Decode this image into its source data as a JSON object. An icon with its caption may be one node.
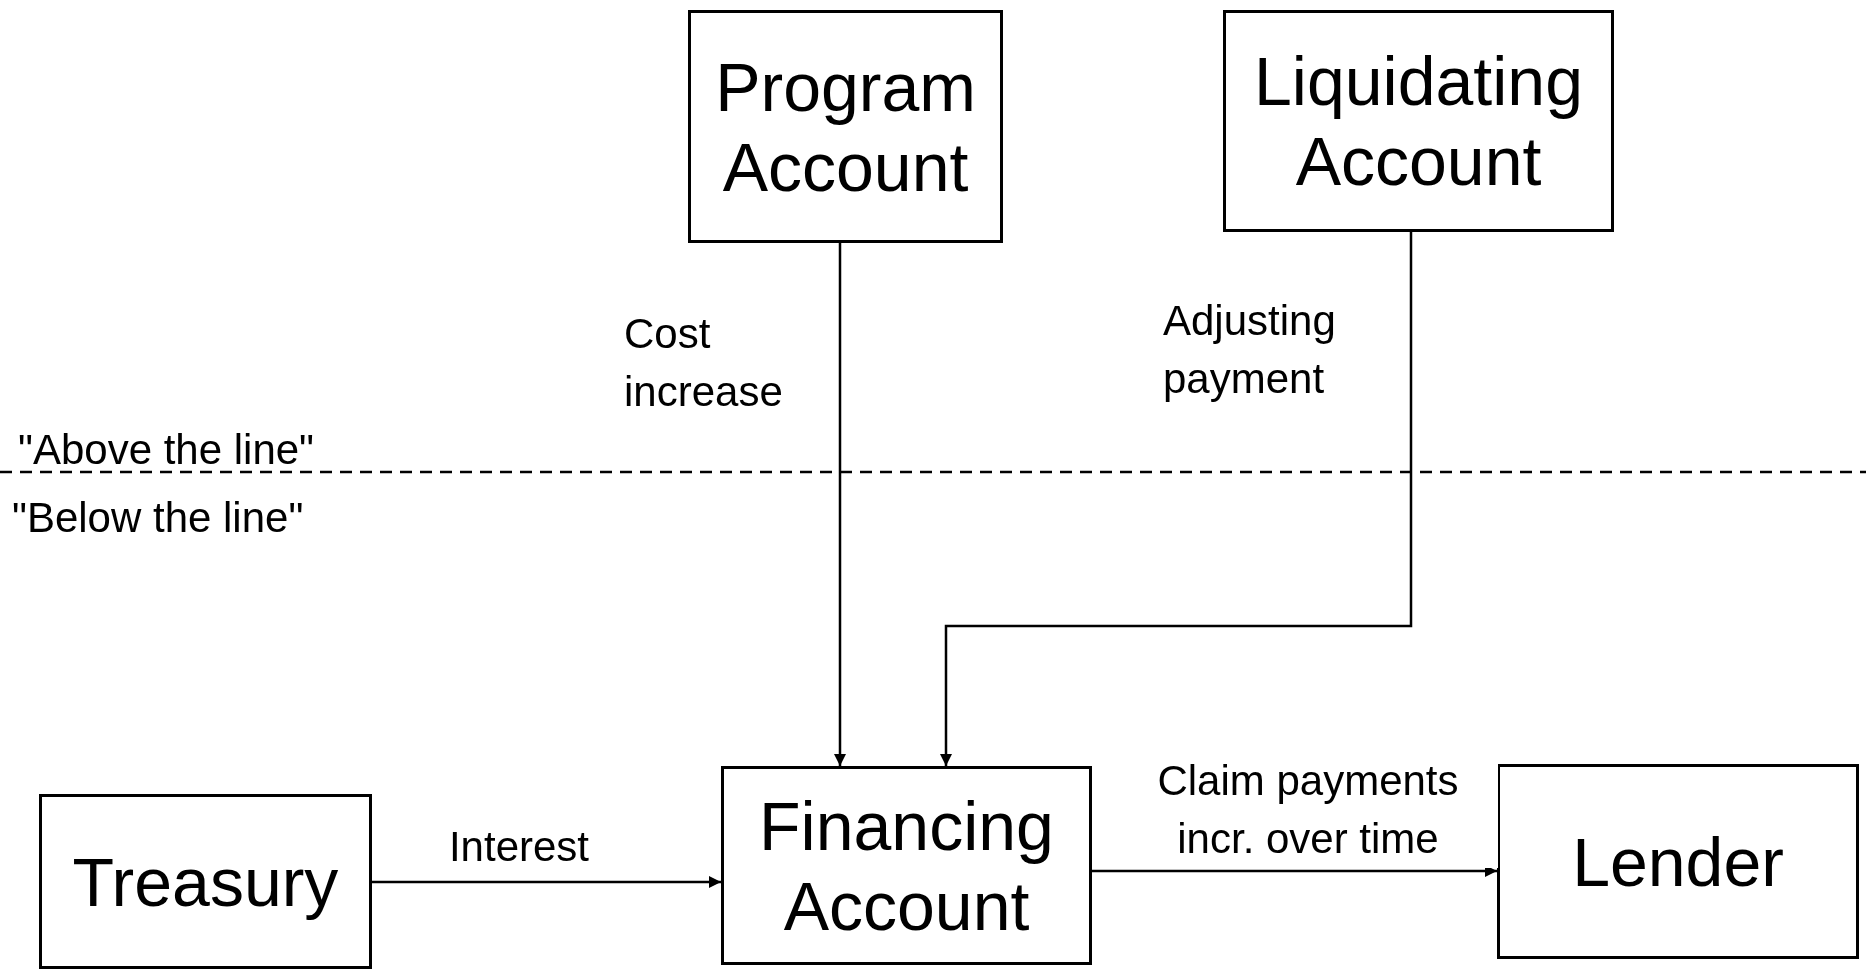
{
  "diagram": {
    "nodes": [
      {
        "text": [
          "Program Account"
        ]
      },
      {
        "text": [
          "Liquidating Account"
        ]
      },
      {
        "text": [
          "Treasury"
        ]
      },
      {
        "text": [
          "Financing Account"
        ]
      },
      {
        "text": [
          "Lender"
        ]
      }
    ],
    "edges": [
      {
        "from": 0,
        "to": 3,
        "arrow": "to",
        "label": "Cost increase"
      },
      {
        "from": 1,
        "to": 3,
        "arrow": "to",
        "label": "Adjusting payment"
      },
      {
        "from": 2,
        "to": 3,
        "arrow": "to",
        "label": "Interest"
      },
      {
        "from": 3,
        "to": 4,
        "arrow": "to",
        "label": "Claim payments incr. over time"
      }
    ],
    "labels": [
      "\"Above the line\"",
      "\"Below the line\""
    ]
  }
}
